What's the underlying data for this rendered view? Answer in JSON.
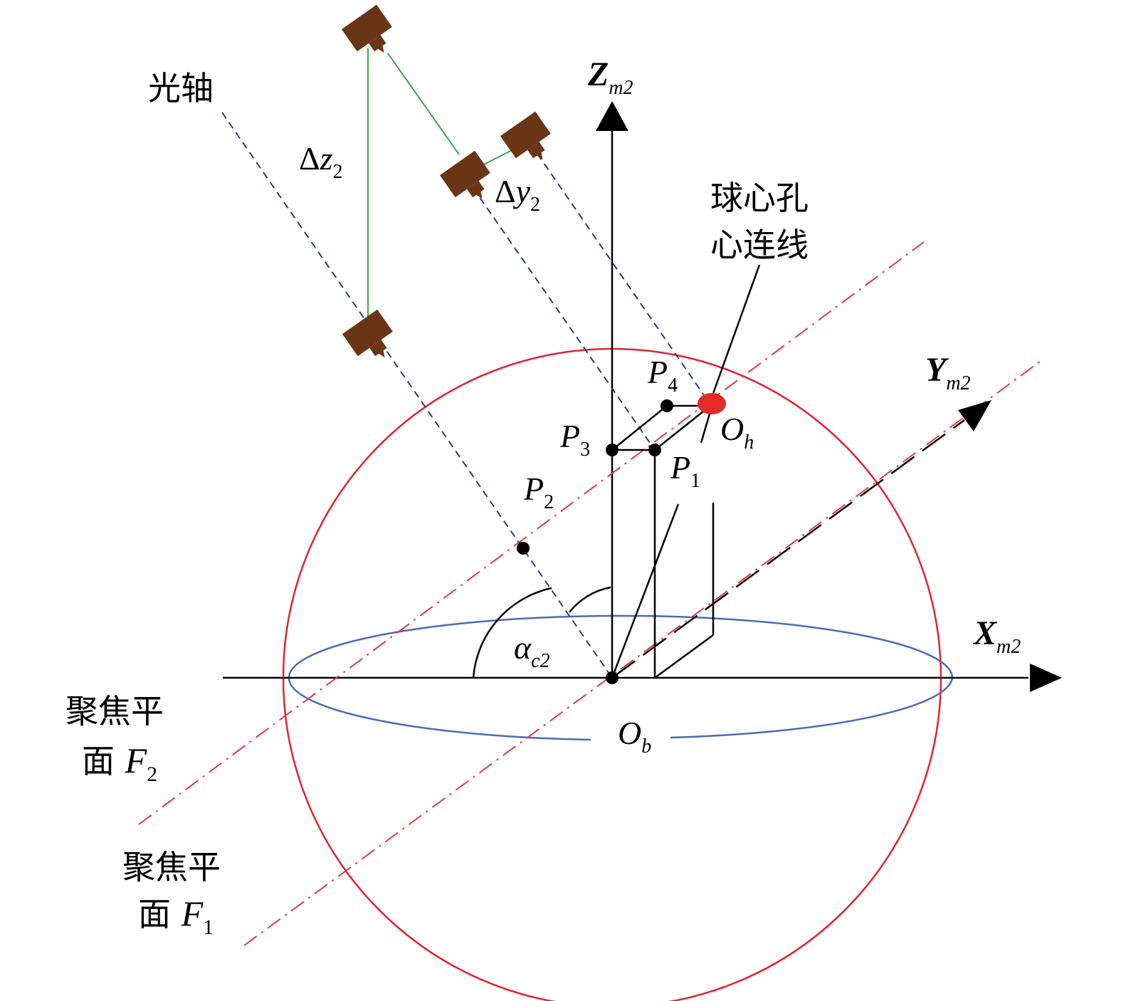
{
  "colors": {
    "sphere": "#e0242f",
    "ellipse": "#4a6cb3",
    "axis": "#000000",
    "optic": "#2b3a7a",
    "focal": "#d93a43",
    "green": "#3aa64a",
    "camera": "#6a3517",
    "hole": "#e52a2a"
  },
  "labels": {
    "optical_axis": "光轴",
    "hole_line_1": "球心孔",
    "hole_line_2": "心连线",
    "focal_f2_line1": "聚焦平",
    "focal_f2_line2": "面 ",
    "focal_f1_line1": "聚焦平",
    "focal_f1_line2": "面 "
  },
  "math": {
    "z_axis": {
      "base": "Z",
      "sub": "m2"
    },
    "y_axis": {
      "base": "Y",
      "sub": "m2"
    },
    "x_axis": {
      "base": "X",
      "sub": "m2"
    },
    "dz": {
      "prefix": "Δ",
      "base": "z",
      "sub": "2"
    },
    "dy": {
      "prefix": "Δ",
      "base": "y",
      "sub": "2"
    },
    "p1": {
      "base": "P",
      "sub": "1"
    },
    "p2": {
      "base": "P",
      "sub": "2"
    },
    "p3": {
      "base": "P",
      "sub": "3"
    },
    "p4": {
      "base": "P",
      "sub": "4"
    },
    "oh": {
      "base": "O",
      "sub": "h"
    },
    "ob": {
      "base": "O",
      "sub": "b"
    },
    "alpha": {
      "base": "α",
      "sub": "c2"
    },
    "f2": {
      "base": "F",
      "sub": "2"
    },
    "f1": {
      "base": "F",
      "sub": "1"
    }
  }
}
